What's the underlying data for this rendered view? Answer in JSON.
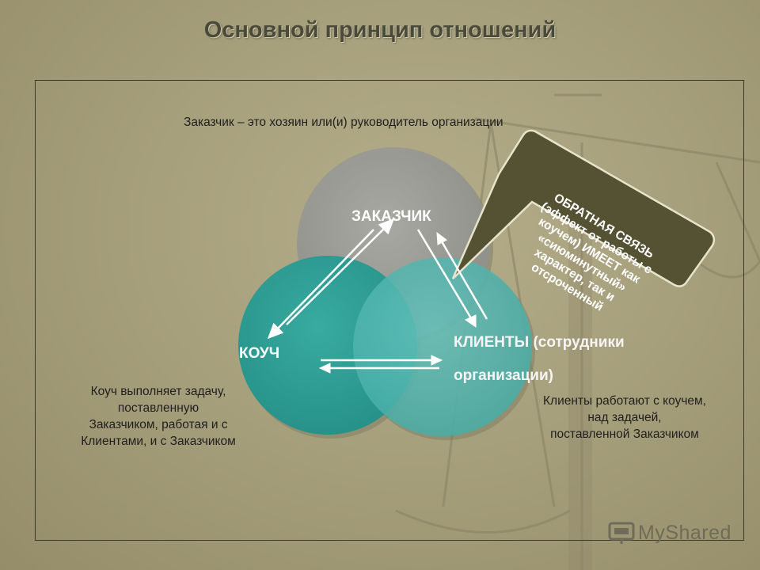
{
  "title": "Основной принцип отношений",
  "definition": "Заказчик – это хозяин или(и) руководитель организации",
  "nodes": {
    "customer": "ЗАКАЗЧИК",
    "coach": "КОУЧ",
    "clients_line1": "КЛИЕНТЫ (сотрудники",
    "clients_line2": "организации)"
  },
  "coach_desc": [
    "Коуч выполняет задачу,",
    "поставленную",
    "Заказчиком, работая и с",
    "Клиентами, и с Заказчиком"
  ],
  "clients_desc": [
    "Клиенты работают с коучем,",
    "над задачей,",
    "поставленной Заказчиком"
  ],
  "callout": [
    "ОБРАТНАЯ СВЯЗЬ",
    "(эффект от работы с",
    "коучем) ИМЕЕТ как",
    "«сиюминутный»",
    "характер, так и",
    "отсроченный"
  ],
  "logo": "MyShared",
  "colors": {
    "background": "#a7a07c",
    "customer_circle": "#9c9d97",
    "coach_circle": "#2a9e95",
    "clients_circle": "#54b7b1",
    "callout_fill": "#545233"
  }
}
